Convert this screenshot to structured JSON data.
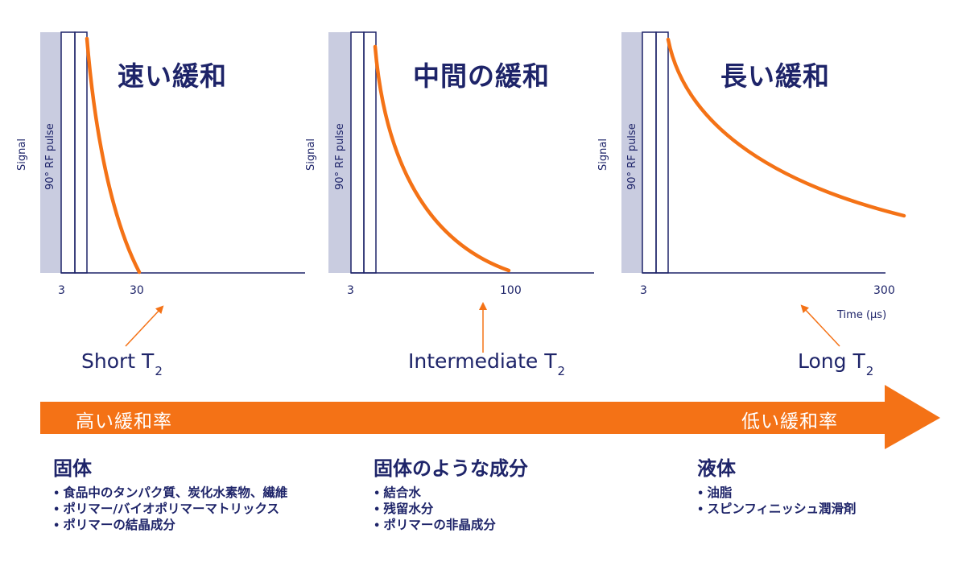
{
  "panels": [
    {
      "title": "速い緩和",
      "ylabel": "Signal",
      "pulse_label": "90° RF pulse",
      "tick_start": "3",
      "tick_end": "30",
      "t2_label": "Short T",
      "t2_sub": "2"
    },
    {
      "title": "中間の緩和",
      "ylabel": "Signal",
      "pulse_label": "90° RF pulse",
      "tick_start": "3",
      "tick_end": "100",
      "t2_label": "Intermediate T",
      "t2_sub": "2"
    },
    {
      "title": "長い緩和",
      "ylabel": "Signal",
      "pulse_label": "90° RF pulse",
      "tick_start": "3",
      "tick_end": "300",
      "t2_label": "Long T",
      "t2_sub": "2",
      "xlabel": "Time (µs)"
    }
  ],
  "rate_arrow": {
    "left_label": "高い緩和率",
    "right_label": "低い緩和率",
    "color": "#f47216"
  },
  "categories": [
    {
      "heading": "固体",
      "items": [
        "食品中のタンパク質、炭化水素物、繊維",
        "ポリマー/バイオポリマーマトリックス",
        "ポリマーの結晶成分"
      ]
    },
    {
      "heading": "固体のような成分",
      "items": [
        "結合水",
        "残留水分",
        "ポリマーの非晶成分"
      ]
    },
    {
      "heading": "液体",
      "items": [
        "油脂",
        "スピンフィニッシュ潤滑剤"
      ]
    }
  ],
  "colors": {
    "navy": "#1e2469",
    "orange": "#f47216",
    "pulse_band": "#c9cce0"
  }
}
